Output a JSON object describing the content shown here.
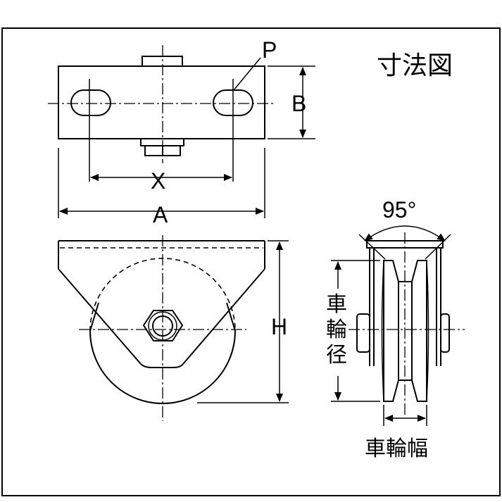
{
  "title": "寸法図",
  "labels": {
    "p": "P",
    "b": "B",
    "x": "X",
    "a": "A",
    "h": "H",
    "angle": "95°",
    "wheel_diameter": [
      "車",
      "輪",
      "径"
    ],
    "wheel_width": "車輪幅"
  }
}
